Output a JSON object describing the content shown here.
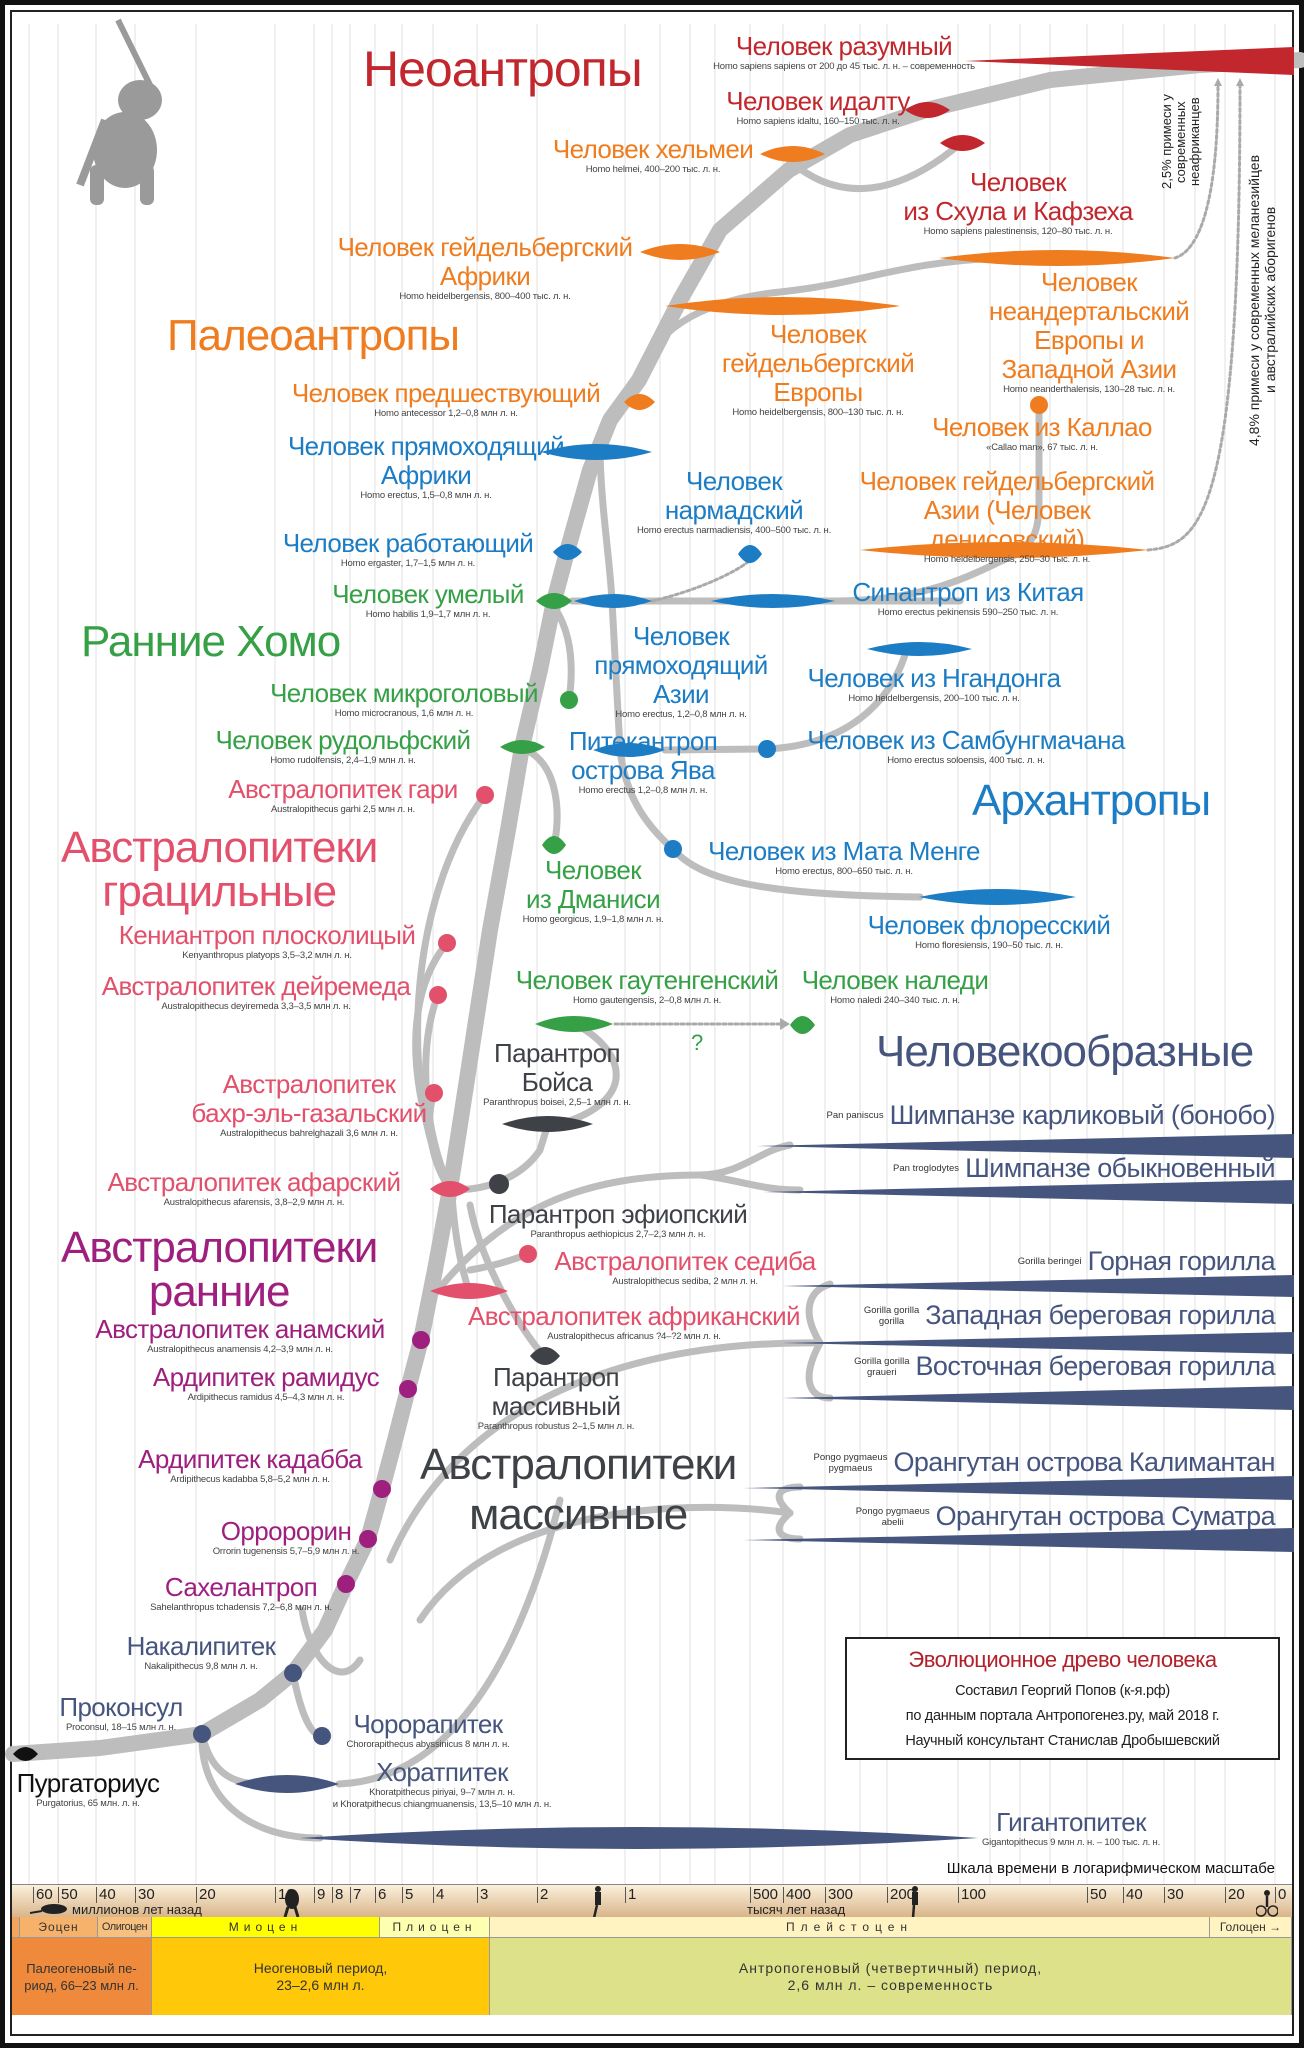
{
  "groups": {
    "neoanthropes": "Неоантропы",
    "paleoanthropes": "Палеоантропы",
    "early_homo": "Ранние Хомо",
    "archanthropes": "Архантропы",
    "gracile_aus": "Австралопитеки\nграцильные",
    "early_aus": "Австралопитеки\nранние",
    "robust_aus": "Австралопитеки\nмассивные",
    "apes": "Человекообразные"
  },
  "species": {
    "sapiens": {
      "name": "Человек разумный",
      "latin": "Homo sapiens sapiens от 200 до 45 тыс. л. н. – современность"
    },
    "idaltu": {
      "name": "Человек идалту",
      "latin": "Homo sapiens idaltu, 160–150 тыс. л. н."
    },
    "helmei": {
      "name": "Человек хельмеи",
      "latin": "Homo helmei, 400–200 тыс. л. н."
    },
    "skhul": {
      "name": "Человек\nиз Схула и Кафзеха",
      "latin": "Homo sapiens palestinensis, 120–80 тыс. л. н."
    },
    "heid_africa": {
      "name": "Человек гейдельбергский\nАфрики",
      "latin": "Homo heidelbergensis, 800–400 тыс. л. н."
    },
    "heid_europe": {
      "name": "Человек\nгейдельбергский\nЕвропы",
      "latin": "Homo heidelbergensis, 800–130 тыс. л. н."
    },
    "neanderthal": {
      "name": "Человек\nнеандертальский\nЕвропы и Западной Азии",
      "latin": "Homo neanderthalensis, 130–28 тыс. л. н."
    },
    "antecessor": {
      "name": "Человек предшествующий",
      "latin": "Homo antecessor 1,2–0,8 млн л. н."
    },
    "callao": {
      "name": "Человек из Каллао",
      "latin": "«Callao man», 67 тыс. л. н."
    },
    "erectus_africa": {
      "name": "Человек прямоходящий\nАфрики",
      "latin": "Homo erectus, 1,5–0,8 млн л. н."
    },
    "narmada": {
      "name": "Человек\nнармадский",
      "latin": "Homo erectus narmadiensis, 400–500 тыс. л. н."
    },
    "denisovan": {
      "name": "Человек гейдельбергский\nАзии (Человек денисовский)",
      "latin": "Homo heidelbergensis, 250–30 тыс. л. н."
    },
    "ergaster": {
      "name": "Человек работающий",
      "latin": "Homo ergaster, 1,7–1,5 млн л. н."
    },
    "habilis": {
      "name": "Человек умелый",
      "latin": "Homo habilis 1,9–1,7 млн л. н."
    },
    "sinanthropus": {
      "name": "Синантроп из Китая",
      "latin": "Homo erectus pekinensis 590–250 тыс. л. н."
    },
    "erectus_asia": {
      "name": "Человек\nпрямоходящий\nАзии",
      "latin": "Homo erectus, 1,2–0,8 млн л. н."
    },
    "microcranous": {
      "name": "Человек микроголовый",
      "latin": "Homo microcranous, 1,6 млн л. н."
    },
    "ngandong": {
      "name": "Человек из Нгандонга",
      "latin": "Homo heidelbergensis, 200–100 тыс. л. н."
    },
    "rudolfensis": {
      "name": "Человек рудольфский",
      "latin": "Homo rudolfensis, 2,4–1,9 млн л. н."
    },
    "pithecanthropus": {
      "name": "Питекантроп\nострова Ява",
      "latin": "Homo erectus 1,2–0,8 млн л. н."
    },
    "sambungmacan": {
      "name": "Человек из Самбунгмачана",
      "latin": "Homo erectus soloensis, 400 тыс. л. н."
    },
    "garhi": {
      "name": "Австралопитек гари",
      "latin": "Australopithecus garhi 2,5 млн л. н."
    },
    "matamenge": {
      "name": "Человек из Мата Менге",
      "latin": "Homo erectus, 800–650 тыс. л. н."
    },
    "dmanisi": {
      "name": "Человек\nиз Дманиси",
      "latin": "Homo georgicus, 1,9–1,8 млн л. н."
    },
    "floresiensis": {
      "name": "Человек флоресский",
      "latin": "Homo floresiensis, 190–50 тыс. л. н."
    },
    "kenyanthropus": {
      "name": "Кениантроп плосколицый",
      "latin": "Kenyanthropus platyops 3,5–3,2 млн л. н."
    },
    "deyiremeda": {
      "name": "Австралопитек дейремеда",
      "latin": "Australopithecus deyiremeda 3,3–3,5 млн л. н."
    },
    "gautengensis": {
      "name": "Человек гаутенгенский",
      "latin": "Homo gautengensis, 2–0,8 млн л. н."
    },
    "naledi": {
      "name": "Человек наледи",
      "latin": "Homo naledi 240–340 тыс. л. н."
    },
    "boisei": {
      "name": "Парантроп\nБойса",
      "latin": "Paranthropus boisei, 2,5–1 млн л. н."
    },
    "bahrelghazali": {
      "name": "Австралопитек\nбахр-эль-газальский",
      "latin": "Australopithecus bahrelghazali 3,6 млн л. н."
    },
    "afarensis": {
      "name": "Австралопитек афарский",
      "latin": "Australopithecus afarensis, 3,8–2,9 млн л. н."
    },
    "aethiopicus": {
      "name": "Парантроп эфиопский",
      "latin": "Paranthropus aethiopicus 2,7–2,3 млн л. н."
    },
    "sediba": {
      "name": "Австралопитек седиба",
      "latin": "Australopithecus sediba, 2 млн л. н."
    },
    "africanus": {
      "name": "Австралопитек африканский",
      "latin": "Australopithecus africanus ?4–?2 млн л. н."
    },
    "anamensis": {
      "name": "Австралопитек анамский",
      "latin": "Australopithecus anamensis 4,2–3,9 млн л. н."
    },
    "ramidus": {
      "name": "Ардипитек рамидус",
      "latin": "Ardipithecus ramidus 4,5–4,3 млн л. н."
    },
    "robustus": {
      "name": "Парантроп\nмассивный",
      "latin": "Paranthropus robustus 2–1,5 млн л. н."
    },
    "kadabba": {
      "name": "Ардипитек кадабба",
      "latin": "Ardipithecus kadabba 5,8–5,2 млн л. н."
    },
    "orrorin": {
      "name": "Орророрин",
      "latin": "Orrorin tugenensis 5,7–5,9 млн л. н."
    },
    "sahelanthropus": {
      "name": "Сахелантроп",
      "latin": "Sahelanthropus tchadensis 7,2–6,8 млн л. н."
    },
    "nakalipithecus": {
      "name": "Накалипитек",
      "latin": "Nakalipithecus 9,8 млн л. н."
    },
    "proconsul": {
      "name": "Проконсул",
      "latin": "Proconsul, 18–15 млн л. н."
    },
    "chororapithecus": {
      "name": "Чорорапитек",
      "latin": "Chororapithecus abyssinicus 8 млн л. н."
    },
    "khoratpithecus": {
      "name": "Хоратпитек",
      "latin": "Khoratpithecus piriyai, 9–7 млн л. н.\nи Khoratpithecus chiangmuanensis, 13,5–10 млн л. н."
    },
    "purgatorius": {
      "name": "Пургаториус",
      "latin": "Purgatorius, 65 млн. л. н."
    },
    "gigantopithecus": {
      "name": "Гигантопитек",
      "latin": "Gigantopithecus 9 млн л. н. – 100 тыс. л. н."
    }
  },
  "apes": [
    {
      "latin": "Pan paniscus",
      "name": "Шимпанзе карликовый (бонобо)"
    },
    {
      "latin": "Pan troglodytes",
      "name": "Шимпанзе обыкновенный"
    },
    {
      "latin": "Gorilla beringei",
      "name": "Горная горилла"
    },
    {
      "latin": "Gorilla gorilla\ngorilla",
      "name": "Западная береговая горилла"
    },
    {
      "latin": "Gorilla gorilla\ngraueri",
      "name": "Восточная береговая горилла"
    },
    {
      "latin": "Pongo pygmaeus\npygmaeus",
      "name": "Орангутан острова Калимантан"
    },
    {
      "latin": "Pongo pygmaeus\nabelii",
      "name": "Орангутан острова Суматра"
    }
  ],
  "notes": {
    "admixture_nonafrican": "2,5% примеси у\nсовременных\nнеафриканцев",
    "admixture_melanesian": "4,8% примеси у современных меланезийцев\nи австралийских аборигенов",
    "naledi_question": "?"
  },
  "credits": {
    "title": "Эволюционное древо человека",
    "line1": "Составил Георгий Попов (к-я.рф)",
    "line2": "по данным портала Антропогенез.ру, май 2018 г.",
    "line3": "Научный консультант Станислав Дробышевский"
  },
  "timeline": {
    "caption": "Шкала времени в логарифмическом масштабе",
    "unit_millions": "миллионов лет назад",
    "unit_thousands": "тысяч лет назад",
    "ticks": [
      "60",
      "50",
      "40",
      "30",
      "20",
      "10",
      "9",
      "8",
      "7",
      "6",
      "5",
      "4",
      "3",
      "2",
      "1",
      "500",
      "400",
      "300",
      "200",
      "100",
      "50",
      "40",
      "30",
      "20",
      "0"
    ],
    "epochs": [
      "Эоцен",
      "Олигоцен",
      "Миоцен",
      "Плиоцен",
      "Плейстоцен",
      "Голоцен →"
    ],
    "periods": [
      "Палеогеновый пе-\nриод, 66–23 млн л.",
      "Неогеновый период,\n23–2,6 млн л.",
      "Антропогеновый (четвертичный) период,\n2,6 млн л. – современность"
    ]
  },
  "colors": {
    "neoanthropes": "#c1272d",
    "paleoanthropes": "#ef7d1f",
    "archanthropes": "#1c7cc4",
    "early_homo": "#36a046",
    "gracile": "#e2506b",
    "early_aus": "#9e1f7e",
    "robust": "#3e4247",
    "apes": "#46557e",
    "branch": "#bdbdbd"
  }
}
